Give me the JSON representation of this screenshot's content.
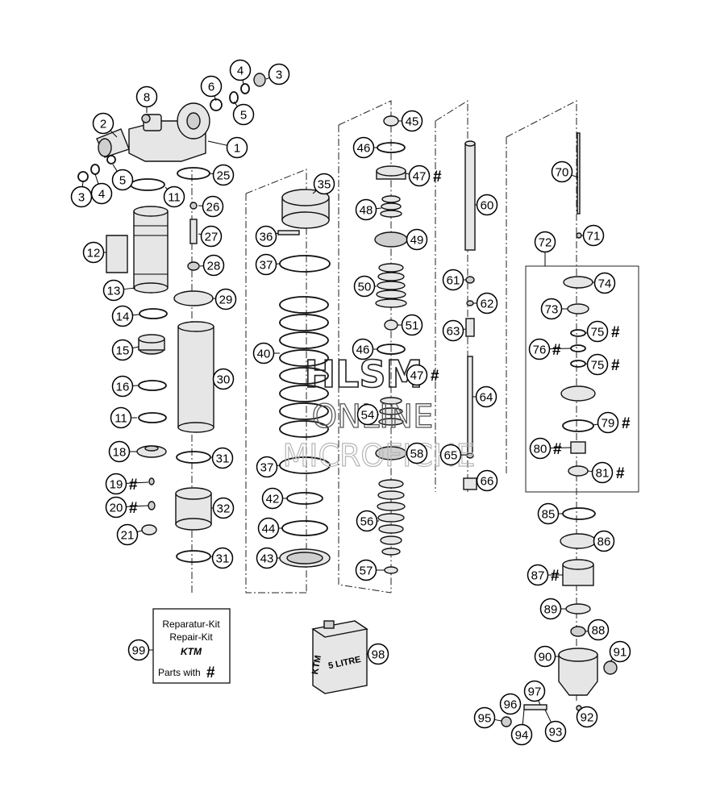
{
  "watermark": {
    "line1": "HLSM",
    "line2": "ONLINE",
    "line3": "MICROFICHE"
  },
  "repair_kit": {
    "line1": "Reparatur-Kit",
    "line2": "Repair-Kit",
    "brand": "KTM",
    "parts_with": "Parts with",
    "symbol": "#"
  },
  "oil_can": {
    "label": "5 LITRE",
    "side_label": "KTM"
  },
  "callouts": [
    {
      "n": "1",
      "hash": false
    },
    {
      "n": "2",
      "hash": false
    },
    {
      "n": "3",
      "hash": false
    },
    {
      "n": "3",
      "hash": false
    },
    {
      "n": "4",
      "hash": false
    },
    {
      "n": "4",
      "hash": false
    },
    {
      "n": "5",
      "hash": false
    },
    {
      "n": "5",
      "hash": false
    },
    {
      "n": "6",
      "hash": false
    },
    {
      "n": "8",
      "hash": false
    },
    {
      "n": "11",
      "hash": false
    },
    {
      "n": "11",
      "hash": false
    },
    {
      "n": "12",
      "hash": false
    },
    {
      "n": "13",
      "hash": false
    },
    {
      "n": "14",
      "hash": false
    },
    {
      "n": "15",
      "hash": false
    },
    {
      "n": "16",
      "hash": false
    },
    {
      "n": "18",
      "hash": false
    },
    {
      "n": "19",
      "hash": true
    },
    {
      "n": "20",
      "hash": true
    },
    {
      "n": "21",
      "hash": false
    },
    {
      "n": "25",
      "hash": false
    },
    {
      "n": "26",
      "hash": false
    },
    {
      "n": "27",
      "hash": false
    },
    {
      "n": "28",
      "hash": false
    },
    {
      "n": "29",
      "hash": false
    },
    {
      "n": "30",
      "hash": false
    },
    {
      "n": "31",
      "hash": false
    },
    {
      "n": "32",
      "hash": false
    },
    {
      "n": "31",
      "hash": false
    },
    {
      "n": "35",
      "hash": false
    },
    {
      "n": "36",
      "hash": false
    },
    {
      "n": "37",
      "hash": false
    },
    {
      "n": "40",
      "hash": false
    },
    {
      "n": "37",
      "hash": false
    },
    {
      "n": "42",
      "hash": false
    },
    {
      "n": "44",
      "hash": false
    },
    {
      "n": "43",
      "hash": false
    },
    {
      "n": "45",
      "hash": false
    },
    {
      "n": "46",
      "hash": false
    },
    {
      "n": "47",
      "hash": true
    },
    {
      "n": "48",
      "hash": false
    },
    {
      "n": "49",
      "hash": false
    },
    {
      "n": "50",
      "hash": false
    },
    {
      "n": "51",
      "hash": false
    },
    {
      "n": "46",
      "hash": false
    },
    {
      "n": "47",
      "hash": true
    },
    {
      "n": "54",
      "hash": false
    },
    {
      "n": "58",
      "hash": false
    },
    {
      "n": "56",
      "hash": false
    },
    {
      "n": "57",
      "hash": false
    },
    {
      "n": "60",
      "hash": false
    },
    {
      "n": "61",
      "hash": false
    },
    {
      "n": "62",
      "hash": false
    },
    {
      "n": "63",
      "hash": false
    },
    {
      "n": "64",
      "hash": false
    },
    {
      "n": "65",
      "hash": false
    },
    {
      "n": "66",
      "hash": false
    },
    {
      "n": "70",
      "hash": false
    },
    {
      "n": "71",
      "hash": false
    },
    {
      "n": "72",
      "hash": false
    },
    {
      "n": "74",
      "hash": false
    },
    {
      "n": "73",
      "hash": false
    },
    {
      "n": "75",
      "hash": true
    },
    {
      "n": "76",
      "hash": true
    },
    {
      "n": "75",
      "hash": true
    },
    {
      "n": "79",
      "hash": true
    },
    {
      "n": "80",
      "hash": true
    },
    {
      "n": "81",
      "hash": true
    },
    {
      "n": "85",
      "hash": false
    },
    {
      "n": "86",
      "hash": false
    },
    {
      "n": "87",
      "hash": true
    },
    {
      "n": "89",
      "hash": false
    },
    {
      "n": "88",
      "hash": false
    },
    {
      "n": "90",
      "hash": false
    },
    {
      "n": "91",
      "hash": false
    },
    {
      "n": "97",
      "hash": false
    },
    {
      "n": "96",
      "hash": false
    },
    {
      "n": "95",
      "hash": false
    },
    {
      "n": "94",
      "hash": false
    },
    {
      "n": "93",
      "hash": false
    },
    {
      "n": "92",
      "hash": false
    },
    {
      "n": "98",
      "hash": false
    },
    {
      "n": "99",
      "hash": false
    }
  ]
}
